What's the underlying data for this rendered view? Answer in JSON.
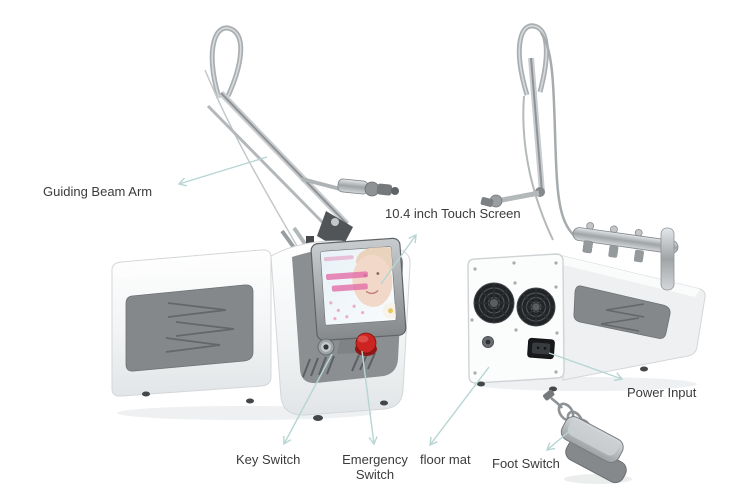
{
  "diagram": {
    "type": "annotated product diagram",
    "subject": "fractional laser machine, front view and rear view with accessories",
    "labels": {
      "guiding_beam_arm": "Guiding Beam Arm",
      "touch_screen": "10.4 inch Touch Screen",
      "key_switch": "Key Switch",
      "emergency_line1": "Emergency",
      "emergency_line2": "Switch",
      "floor_mat": "floor mat",
      "foot_switch": "Foot Switch",
      "power_input": "Power Input"
    },
    "colors": {
      "callout_arrow": "#b6d5d3",
      "label_text": "#3b3b3b",
      "emergency_button_red": "#cb2421",
      "panel_grey": "#84888b",
      "body_white": "#f7f8f9",
      "fan_black": "#212426",
      "screen_text_pink": "#e36fa8"
    }
  }
}
